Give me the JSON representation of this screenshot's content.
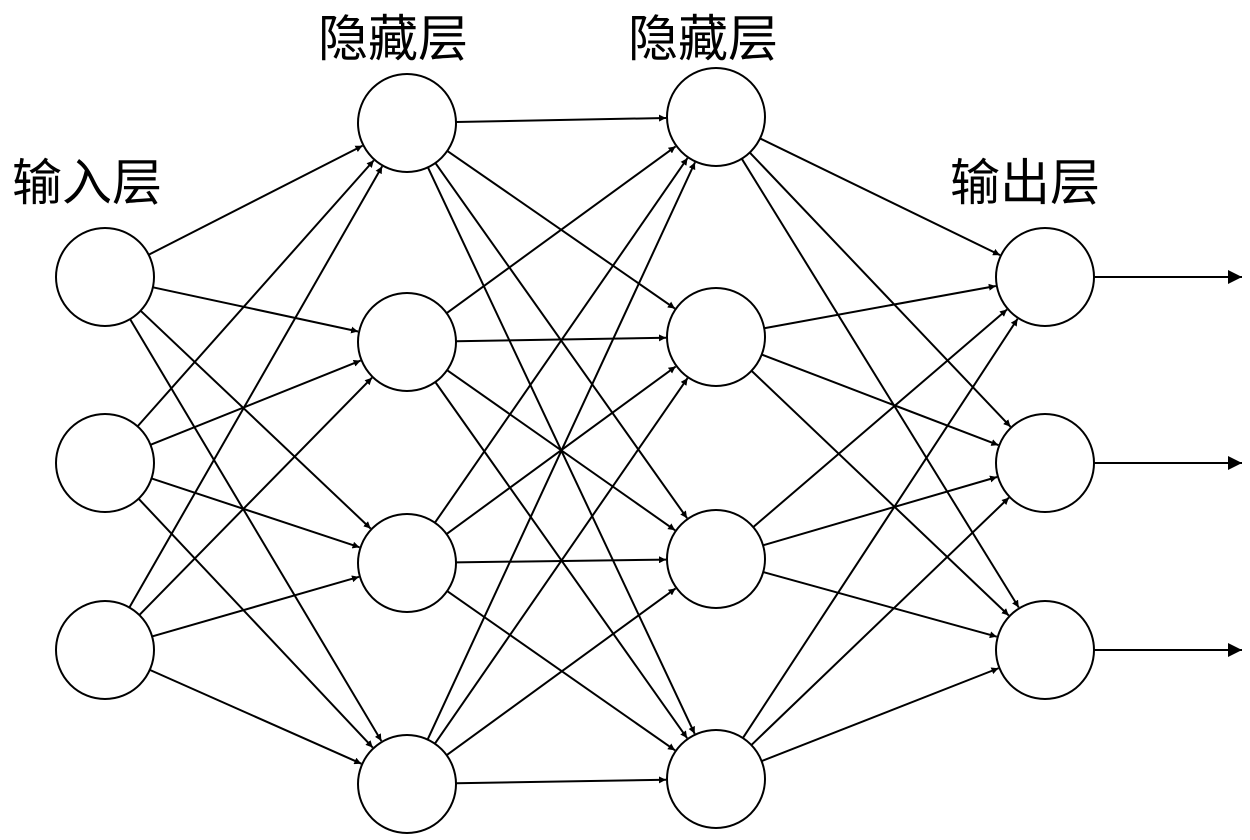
{
  "layers": [
    {
      "label": "输入层",
      "nodes": 3
    },
    {
      "label": "隐藏层",
      "nodes": 4
    },
    {
      "label": "隐藏层",
      "nodes": 4
    },
    {
      "label": "输出层",
      "nodes": 3
    }
  ],
  "connectivity": "fully-connected",
  "output_arrows": true,
  "colors": {
    "line": "#000000",
    "node_fill": "#ffffff",
    "background": "#ffffff"
  }
}
